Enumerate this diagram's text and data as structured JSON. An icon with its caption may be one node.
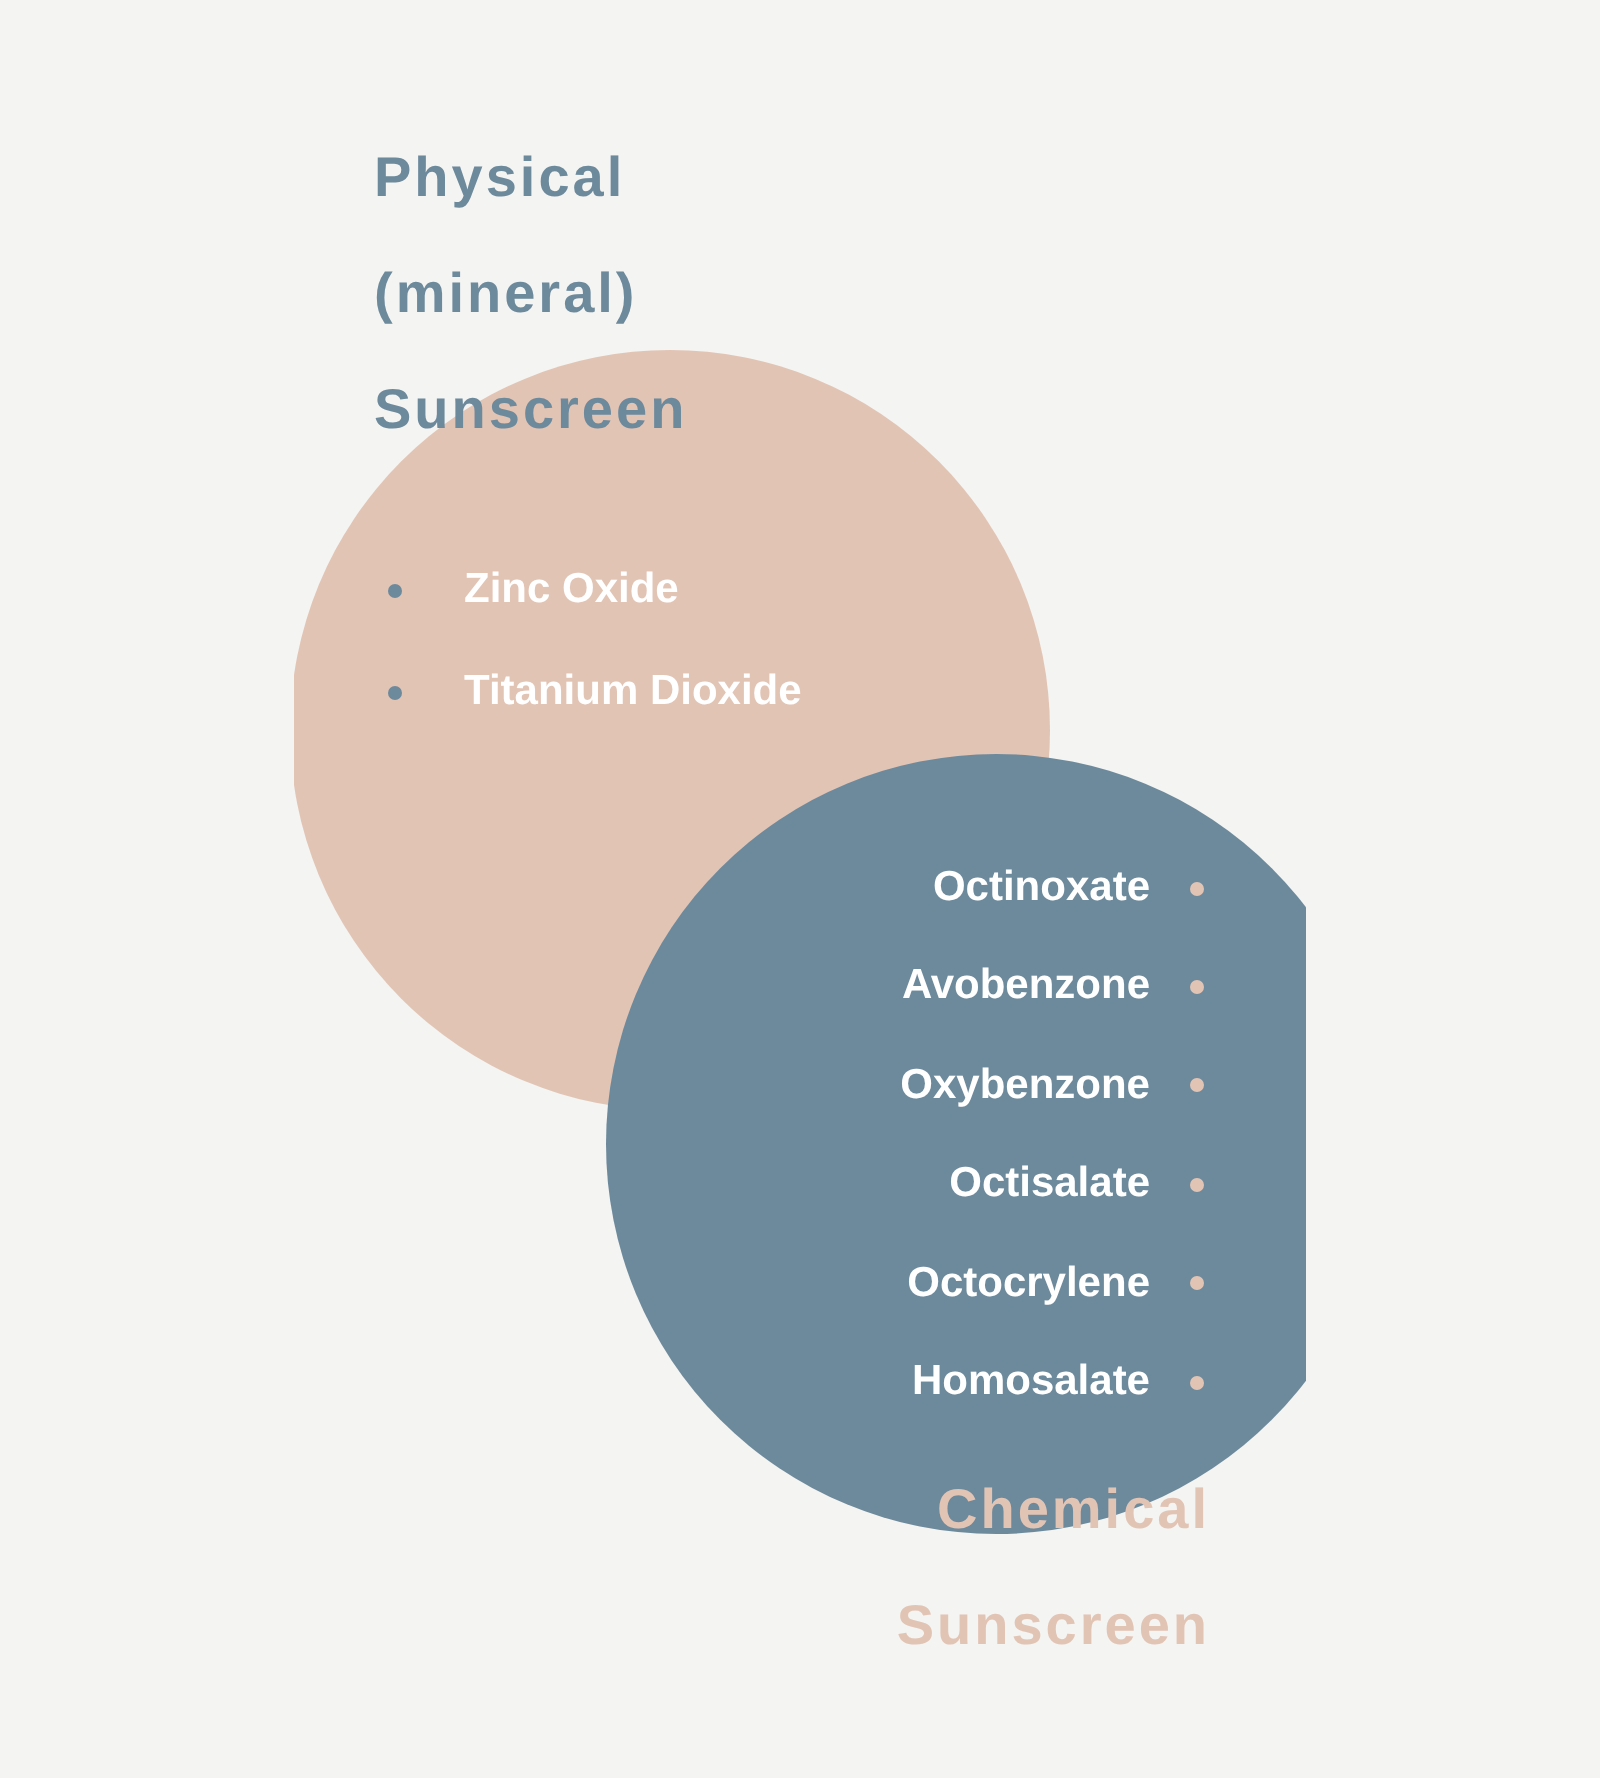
{
  "diagram": {
    "nodes": [
      {
        "text": [
          "Physical (mineral) Sunscreen",
          "Zinc Oxide",
          "Titanium Dioxide"
        ]
      },
      {
        "text": [
          "Octinoxate",
          "Avobenzone",
          "Oxybenzone",
          "Octisalate",
          "Octocrylene",
          "Homosalate",
          "Chemical Sunscreen"
        ]
      }
    ],
    "edges": []
  }
}
